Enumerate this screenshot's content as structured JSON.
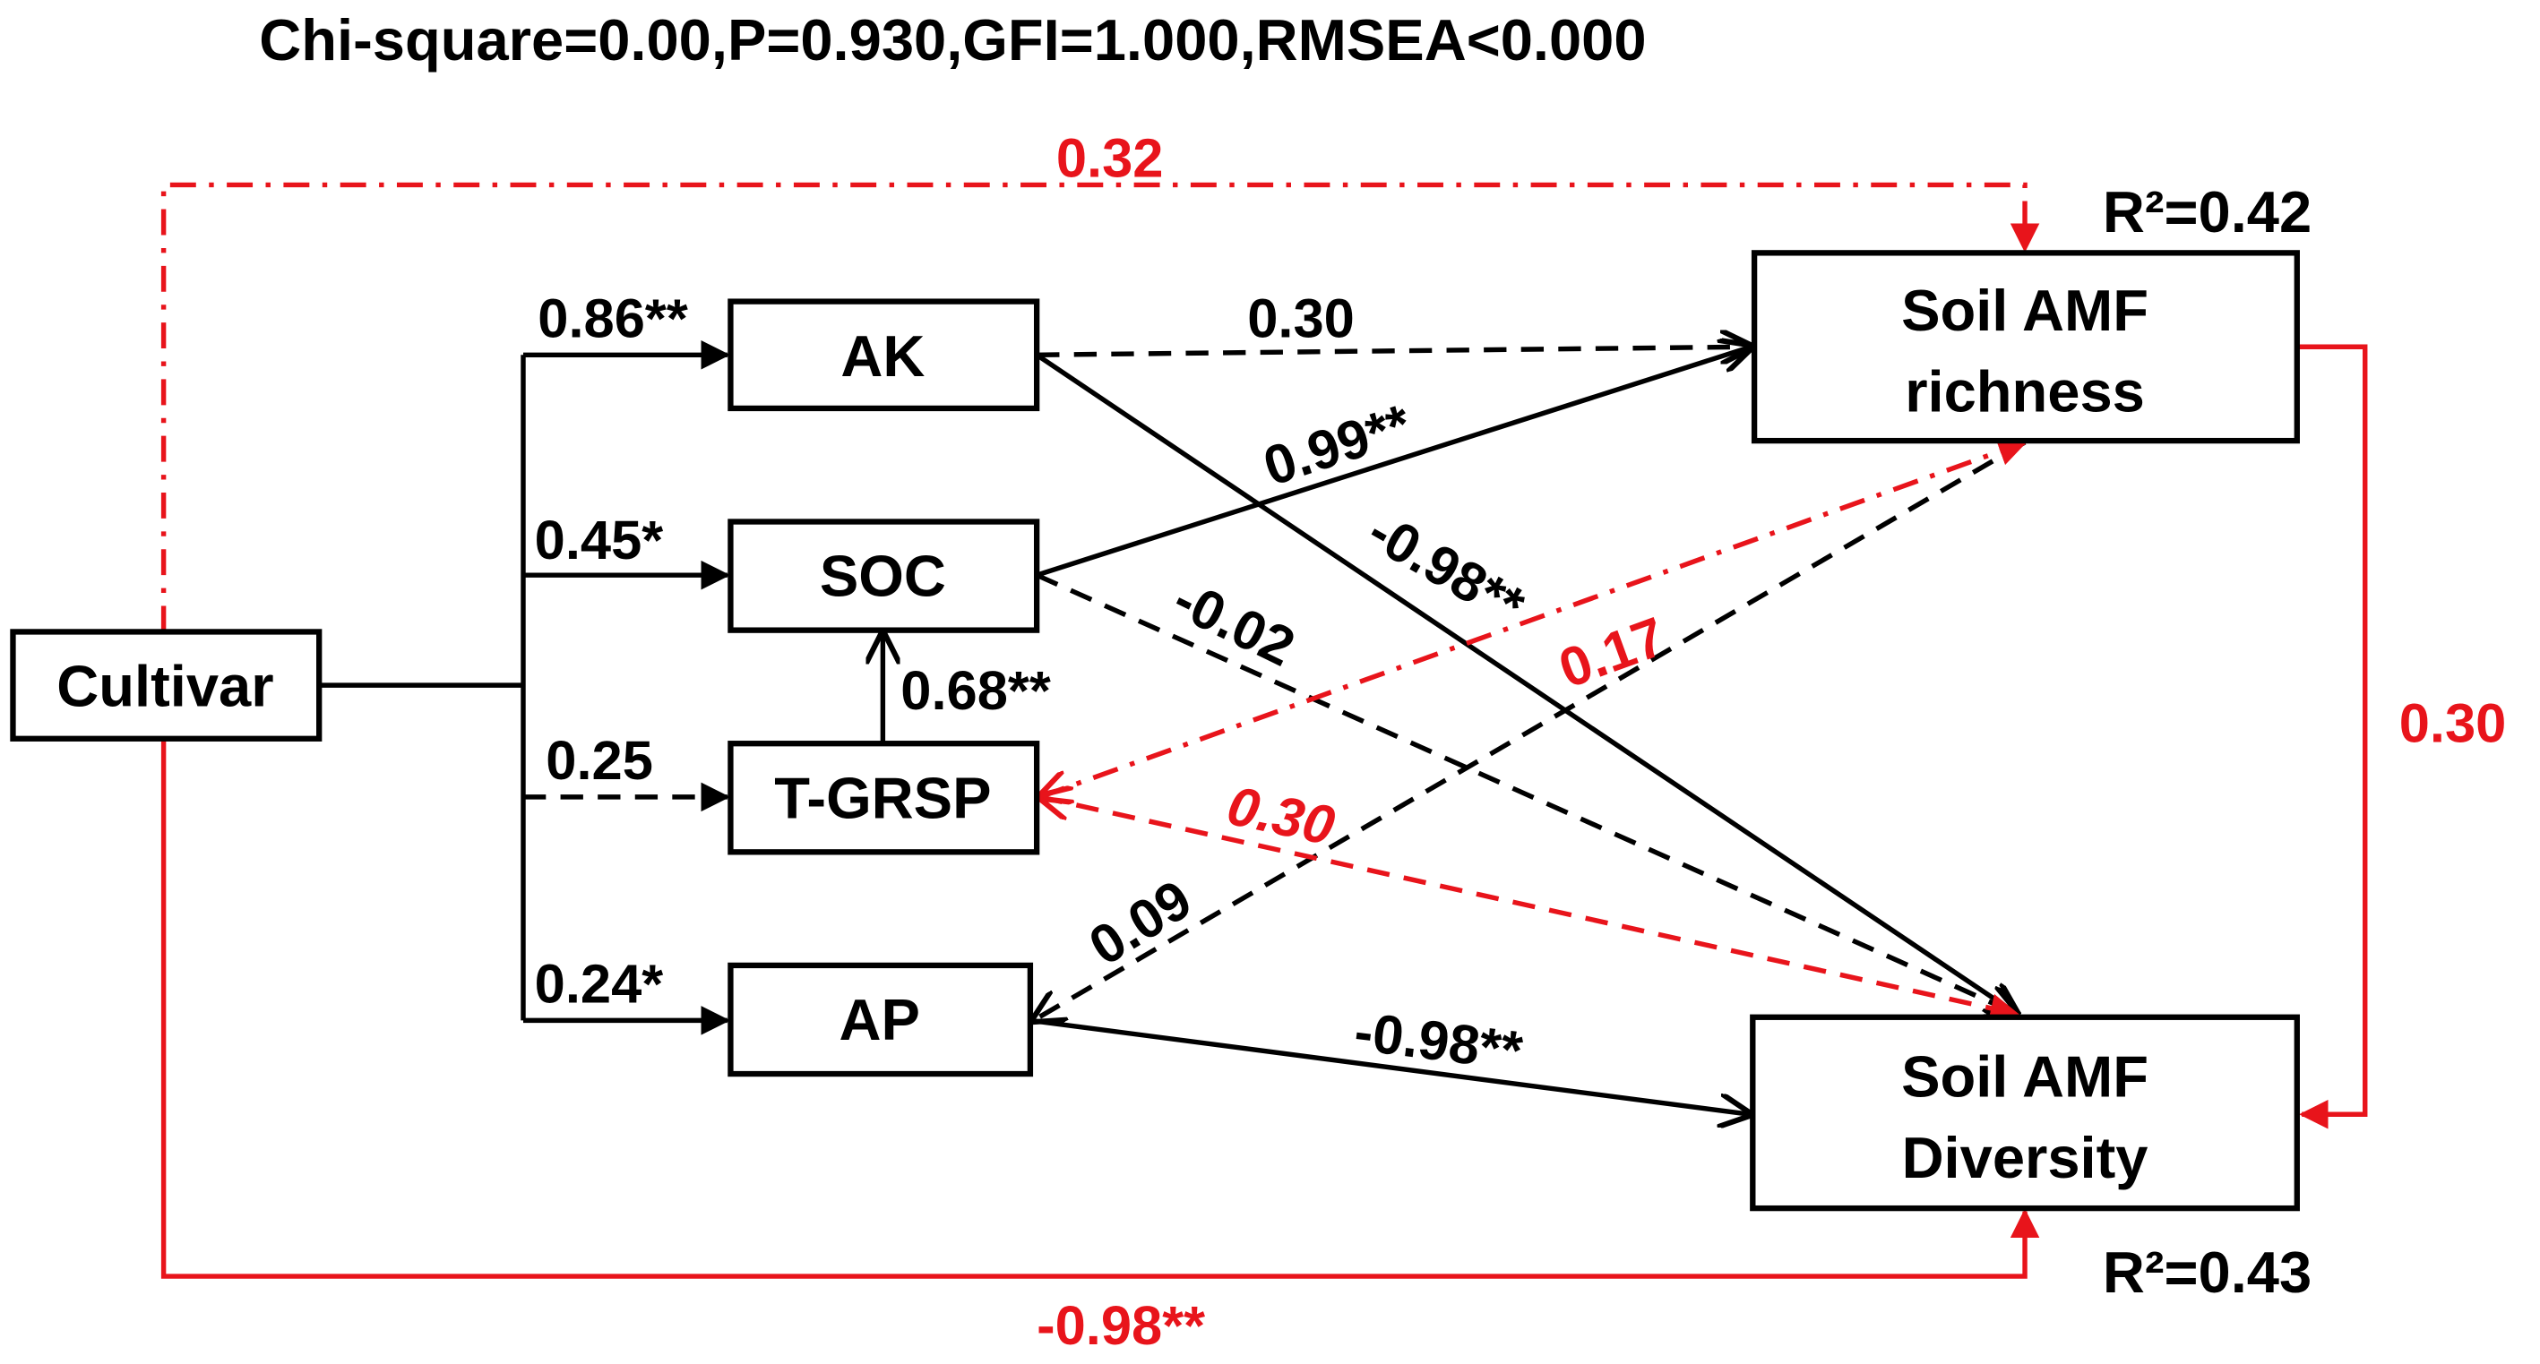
{
  "title": "Chi-square=0.00,P=0.930,GFI=1.000,RMSEA<0.000",
  "nodes": {
    "cultivar": "Cultivar",
    "ak": "AK",
    "soc": "SOC",
    "tgrsp": "T-GRSP",
    "ap": "AP",
    "richness_line1": "Soil AMF",
    "richness_line2": "richness",
    "diversity_line1": "Soil AMF",
    "diversity_line2": "Diversity"
  },
  "r_squared": {
    "richness": "R²=0.42",
    "diversity": "R²=0.43"
  },
  "paths": {
    "cultivar_ak": "0.86**",
    "cultivar_soc": "0.45*",
    "cultivar_tgrsp": "0.25",
    "cultivar_ap": "0.24*",
    "tgrsp_soc": "0.68**",
    "ak_richness": "0.30",
    "soc_richness": "0.99**",
    "ak_diversity": "-0.98**",
    "soc_diversity": "-0.02",
    "tgrsp_richness": "0.17",
    "tgrsp_diversity": "0.30",
    "ap_richness": "0.09",
    "ap_diversity": "-0.98**",
    "cultivar_richness": "0.32",
    "cultivar_diversity": "-0.98**",
    "richness_diversity": "0.30"
  },
  "colors": {
    "significant_negative_or_direct": "#e8141b",
    "default": "#000000"
  }
}
